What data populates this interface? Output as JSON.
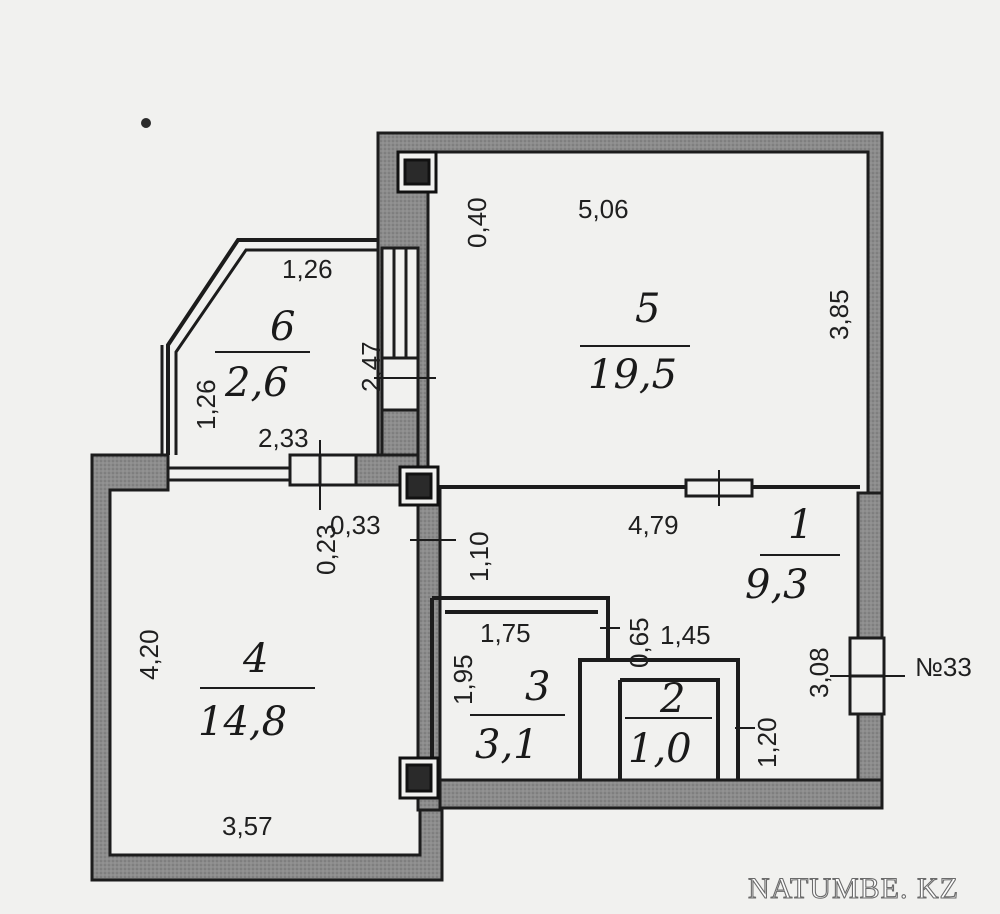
{
  "rooms": [
    {
      "number": "5",
      "area": "19,5"
    },
    {
      "number": "6",
      "area": "2,6"
    },
    {
      "number": "4",
      "area": "14,8"
    },
    {
      "number": "1",
      "area": "9,3"
    },
    {
      "number": "3",
      "area": "3,1"
    },
    {
      "number": "2",
      "area": "1,0"
    }
  ],
  "dimensions": {
    "room5_top": "5,06",
    "room5_right": "3,85",
    "room5_left": "0,40",
    "room6_top": "1,26",
    "room6_left": "1,26",
    "room6_right": "2,47",
    "room6_bottom": "2,33",
    "corridor_gap": "0,23",
    "corridor_gap2": "0,33",
    "corridor_width": "1,10",
    "room1_top": "4,79",
    "room1_right": "3,08",
    "room3_top": "1,75",
    "room3_left": "1,95",
    "wc_gap": "0,65",
    "wc_top": "1,45",
    "room2_right": "1,20",
    "room4_left": "4,20",
    "room4_bottom": "3,57"
  },
  "apartment_label": "№33",
  "watermark": "NATUMBE. KZ"
}
